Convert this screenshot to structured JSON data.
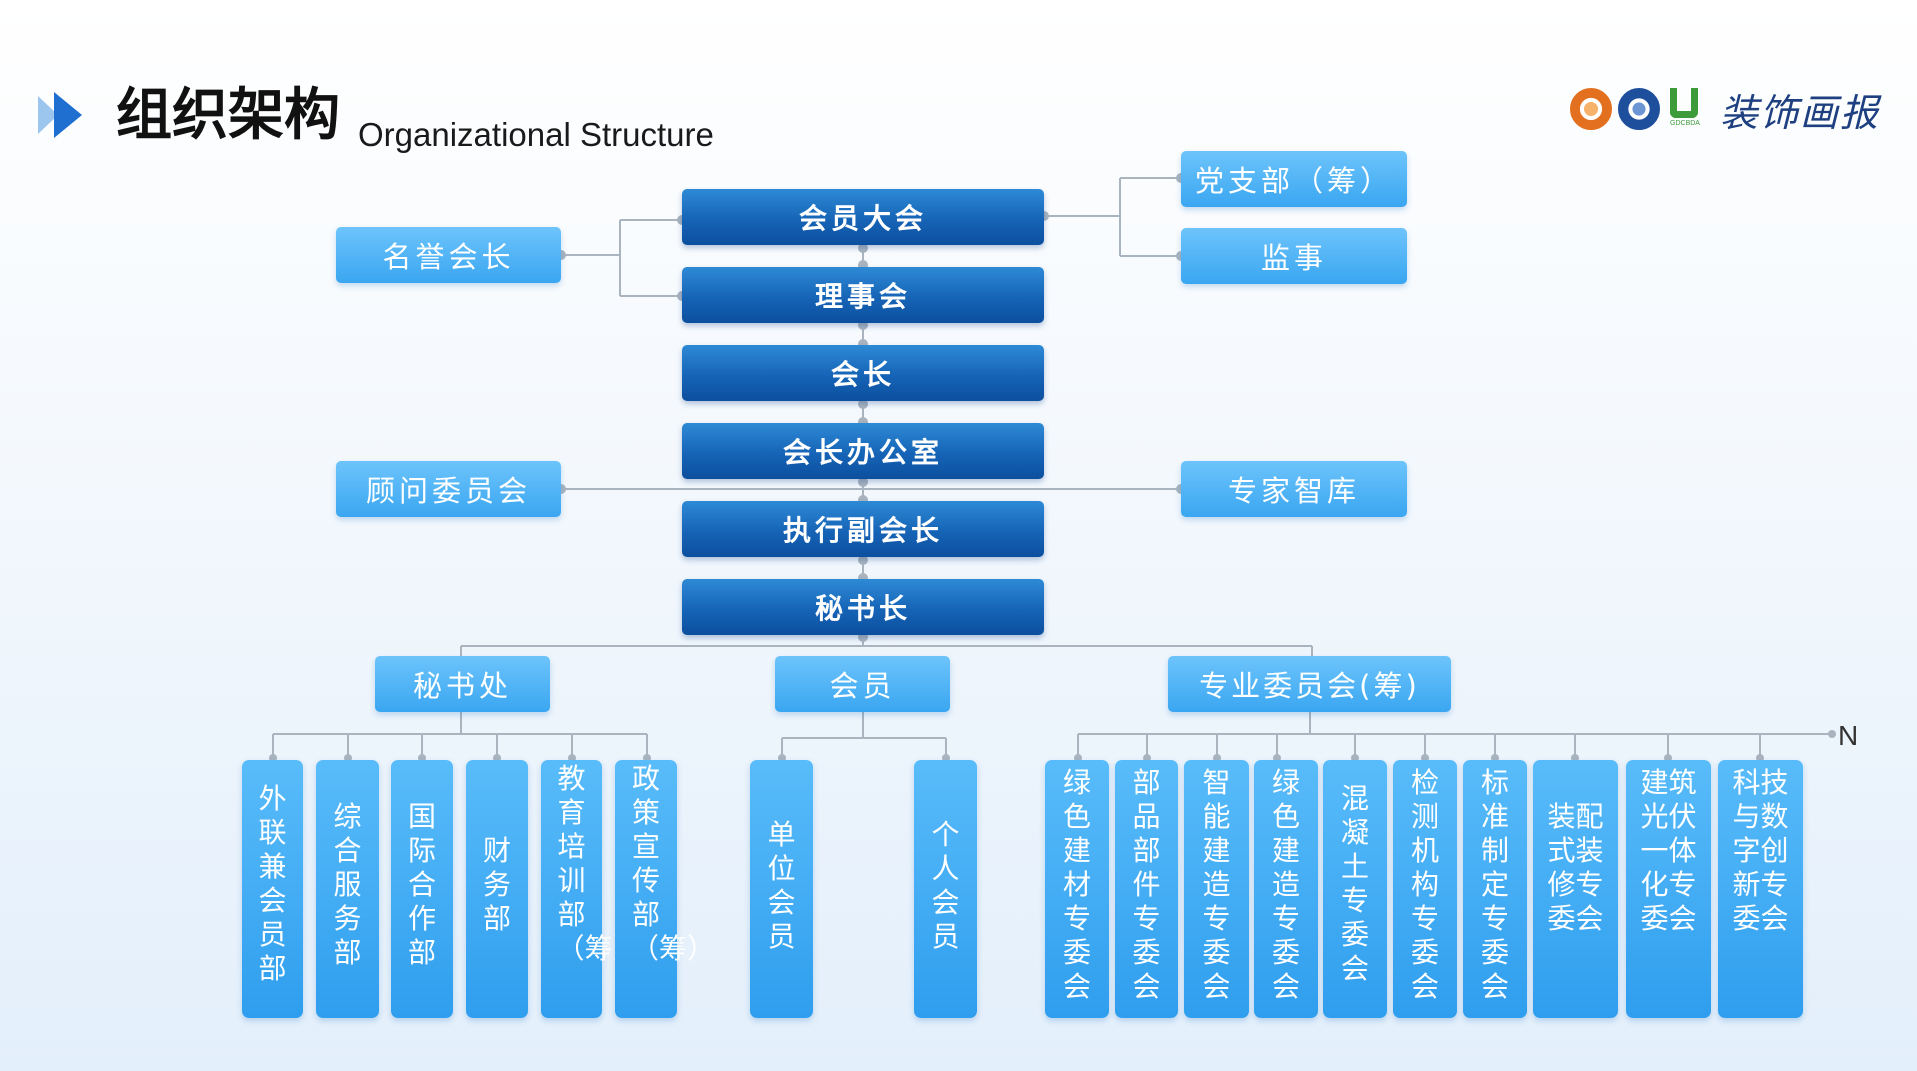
{
  "header": {
    "title": "组织架构",
    "subtitle": "Organizational Structure",
    "brand_text": "装饰画报",
    "logo_small_text": "GDCBDA"
  },
  "colors": {
    "dark_box": "#1664b7",
    "light_box": "#3aa6f1",
    "connector": "#a9b4bf"
  },
  "chain": {
    "general_assembly": "会员大会",
    "council": "理事会",
    "president": "会长",
    "president_office": "会长办公室",
    "exec_vp": "执行副会长",
    "secretary_general": "秘书长"
  },
  "sides": {
    "honorary_president": "名誉会长",
    "party_branch": "党支部（筹）",
    "supervisor": "监事",
    "advisory_committee": "顾问委员会",
    "expert_think_tank": "专家智库"
  },
  "level2": {
    "secretariat": "秘书处",
    "members": "会员",
    "professional_committees": "专业委员会(筹)"
  },
  "secretariat_departments": [
    "外联兼会员部",
    "综合服务部",
    "国际合作部",
    "财务部",
    "教育培训部（筹）",
    "政策宣传部（筹）"
  ],
  "member_types": [
    "单位会员",
    "个人会员"
  ],
  "committees": [
    "绿色建材专委会",
    "部品部件专委会",
    "智能建造专委会",
    "绿色建造专委会",
    "混凝土专委会",
    "检测机构专委会",
    "标准制定专委会",
    "装配式装修专委会",
    "建筑光伏一体化专委会",
    "科技与数字创新专委会"
  ],
  "more_label": "N"
}
